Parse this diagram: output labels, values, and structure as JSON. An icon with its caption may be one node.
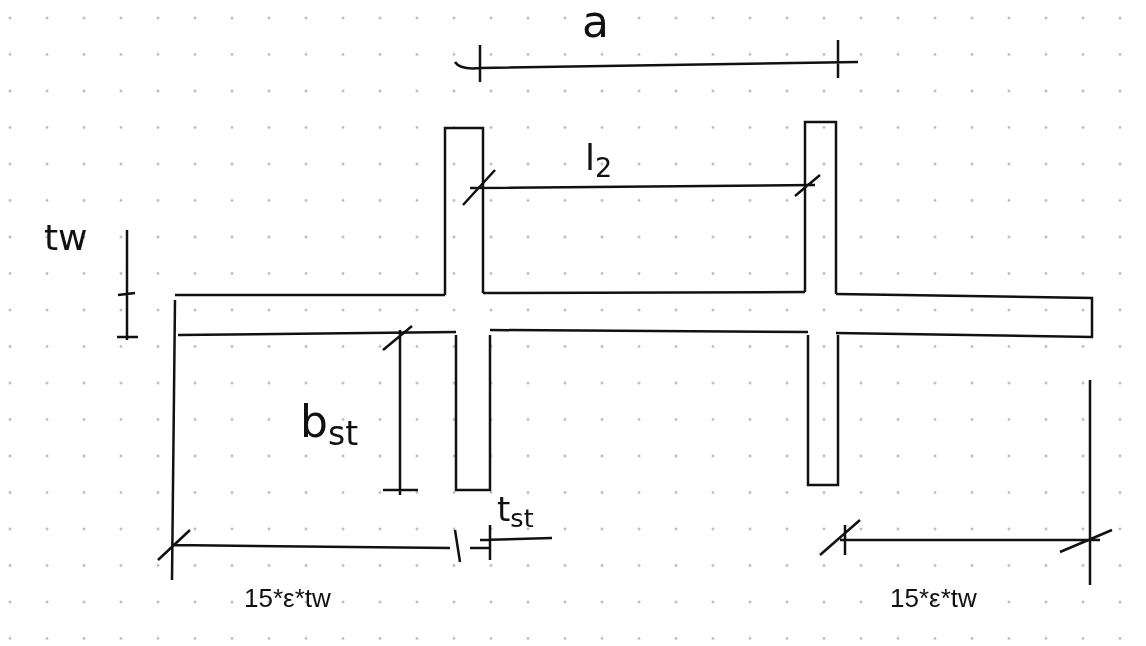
{
  "diagram": {
    "labels": [
      "a",
      "l$_{2}$",
      "tw",
      "b$_{st}$",
      "t$_{st}$",
      "15*ε*tw",
      "15*ε*tw"
    ]
  }
}
